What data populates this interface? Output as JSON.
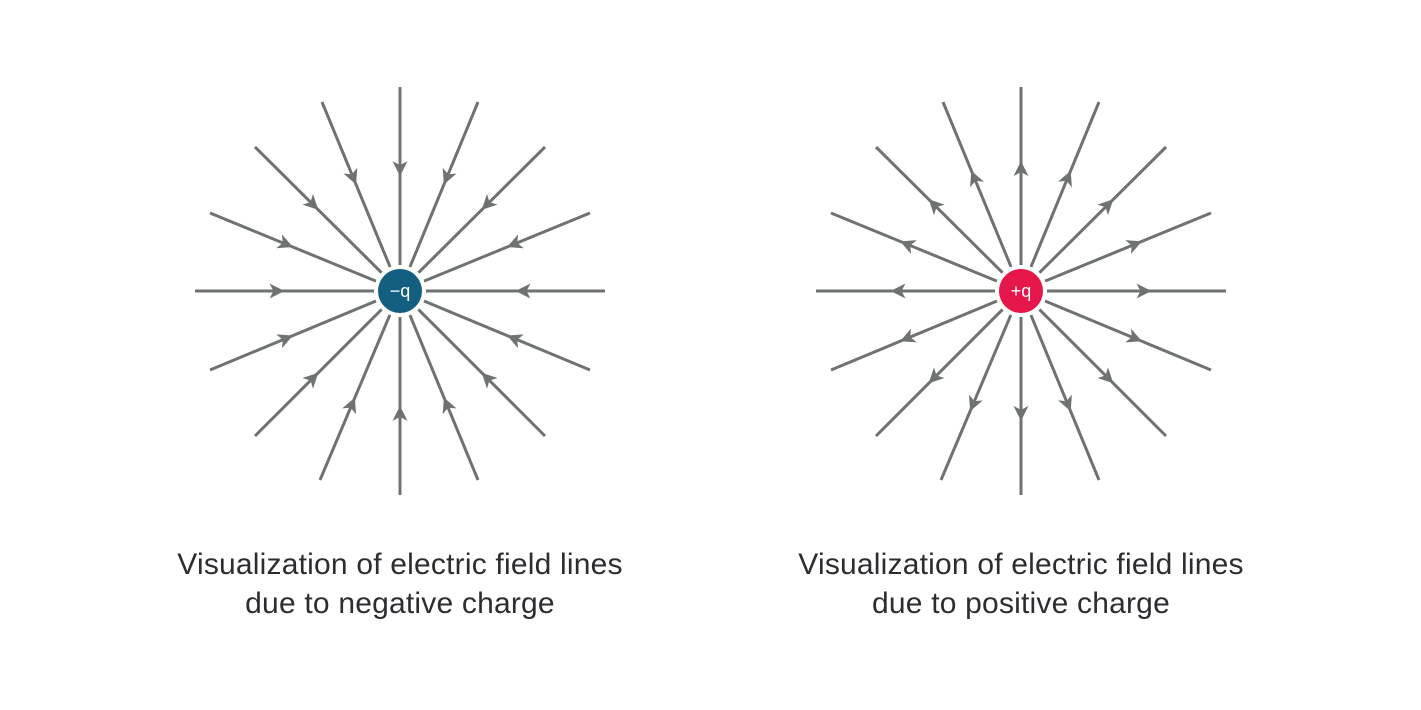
{
  "diagrams": [
    {
      "id": "negative",
      "charge_label": "−q",
      "charge_color": "#135f7f",
      "field_direction": "inward",
      "line_count": 16,
      "caption_line1": "Visualization of electric field lines",
      "caption_line2": "due to negative charge"
    },
    {
      "id": "positive",
      "charge_label": "+q",
      "charge_color": "#e5174a",
      "field_direction": "outward",
      "line_count": 16,
      "caption_line1": "Visualization of electric field lines",
      "caption_line2": "due to positive charge"
    }
  ],
  "colors": {
    "field_line": "#6f7272",
    "caption_text": "#2b2d30",
    "charge_text": "#ffffff",
    "background": "#ffffff"
  }
}
